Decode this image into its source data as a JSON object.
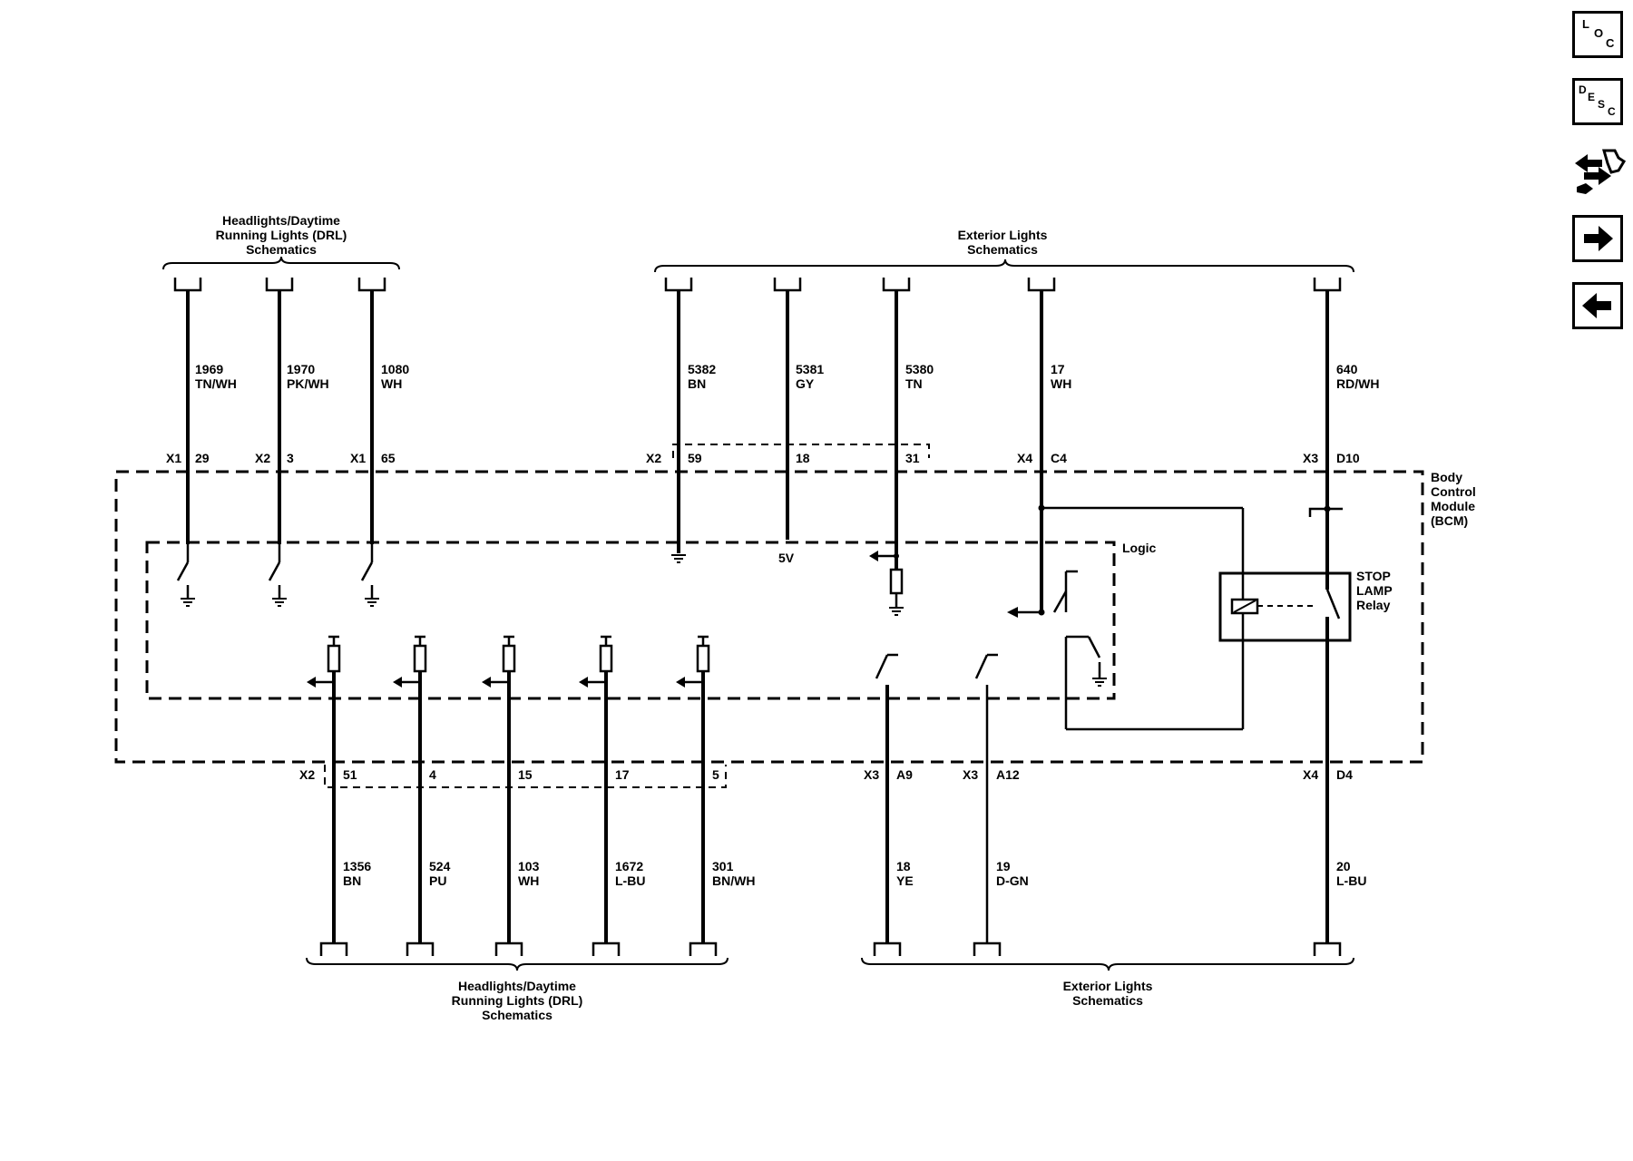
{
  "nav": {
    "loc": {
      "l1": "L",
      "l2": "O",
      "l3": "C"
    },
    "desc": {
      "l1": "D",
      "l2": "E",
      "l3": "S",
      "l4": "C"
    }
  },
  "headers": {
    "top_left": [
      "Headlights/Daytime",
      "Running Lights (DRL)",
      "Schematics"
    ],
    "top_right": [
      "Exterior Lights",
      "Schematics"
    ],
    "bottom_left": [
      "Headlights/Daytime",
      "Running Lights (DRL)",
      "Schematics"
    ],
    "bottom_right": [
      "Exterior Lights",
      "Schematics"
    ]
  },
  "module": {
    "name": [
      "Body",
      "Control",
      "Module",
      "(BCM)"
    ],
    "logic": "Logic",
    "relay": [
      "STOP",
      "LAMP",
      "Relay"
    ],
    "five_volt": "5V"
  },
  "top_circuits": [
    {
      "circuit": "1969",
      "color": "TN/WH",
      "conn": "X1",
      "pin": "29"
    },
    {
      "circuit": "1970",
      "color": "PK/WH",
      "conn": "X2",
      "pin": "3"
    },
    {
      "circuit": "1080",
      "color": "WH",
      "conn": "X1",
      "pin": "65"
    },
    {
      "circuit": "5382",
      "color": "BN",
      "conn": "X2",
      "pin": "59"
    },
    {
      "circuit": "5381",
      "color": "GY",
      "conn": "",
      "pin": "18"
    },
    {
      "circuit": "5380",
      "color": "TN",
      "conn": "",
      "pin": "31"
    },
    {
      "circuit": "17",
      "color": "WH",
      "conn": "X4",
      "pin": "C4"
    },
    {
      "circuit": "640",
      "color": "RD/WH",
      "conn": "X3",
      "pin": "D10"
    }
  ],
  "bottom_circuits": [
    {
      "circuit": "1356",
      "color": "BN",
      "conn": "X2",
      "pin": "51"
    },
    {
      "circuit": "524",
      "color": "PU",
      "conn": "",
      "pin": "4"
    },
    {
      "circuit": "103",
      "color": "WH",
      "conn": "",
      "pin": "15"
    },
    {
      "circuit": "1672",
      "color": "L-BU",
      "conn": "",
      "pin": "17"
    },
    {
      "circuit": "301",
      "color": "BN/WH",
      "conn": "",
      "pin": "5"
    },
    {
      "circuit": "18",
      "color": "YE",
      "conn": "X3",
      "pin": "A9"
    },
    {
      "circuit": "19",
      "color": "D-GN",
      "conn": "X3",
      "pin": "A12"
    },
    {
      "circuit": "20",
      "color": "L-BU",
      "conn": "X4",
      "pin": "D4"
    }
  ]
}
